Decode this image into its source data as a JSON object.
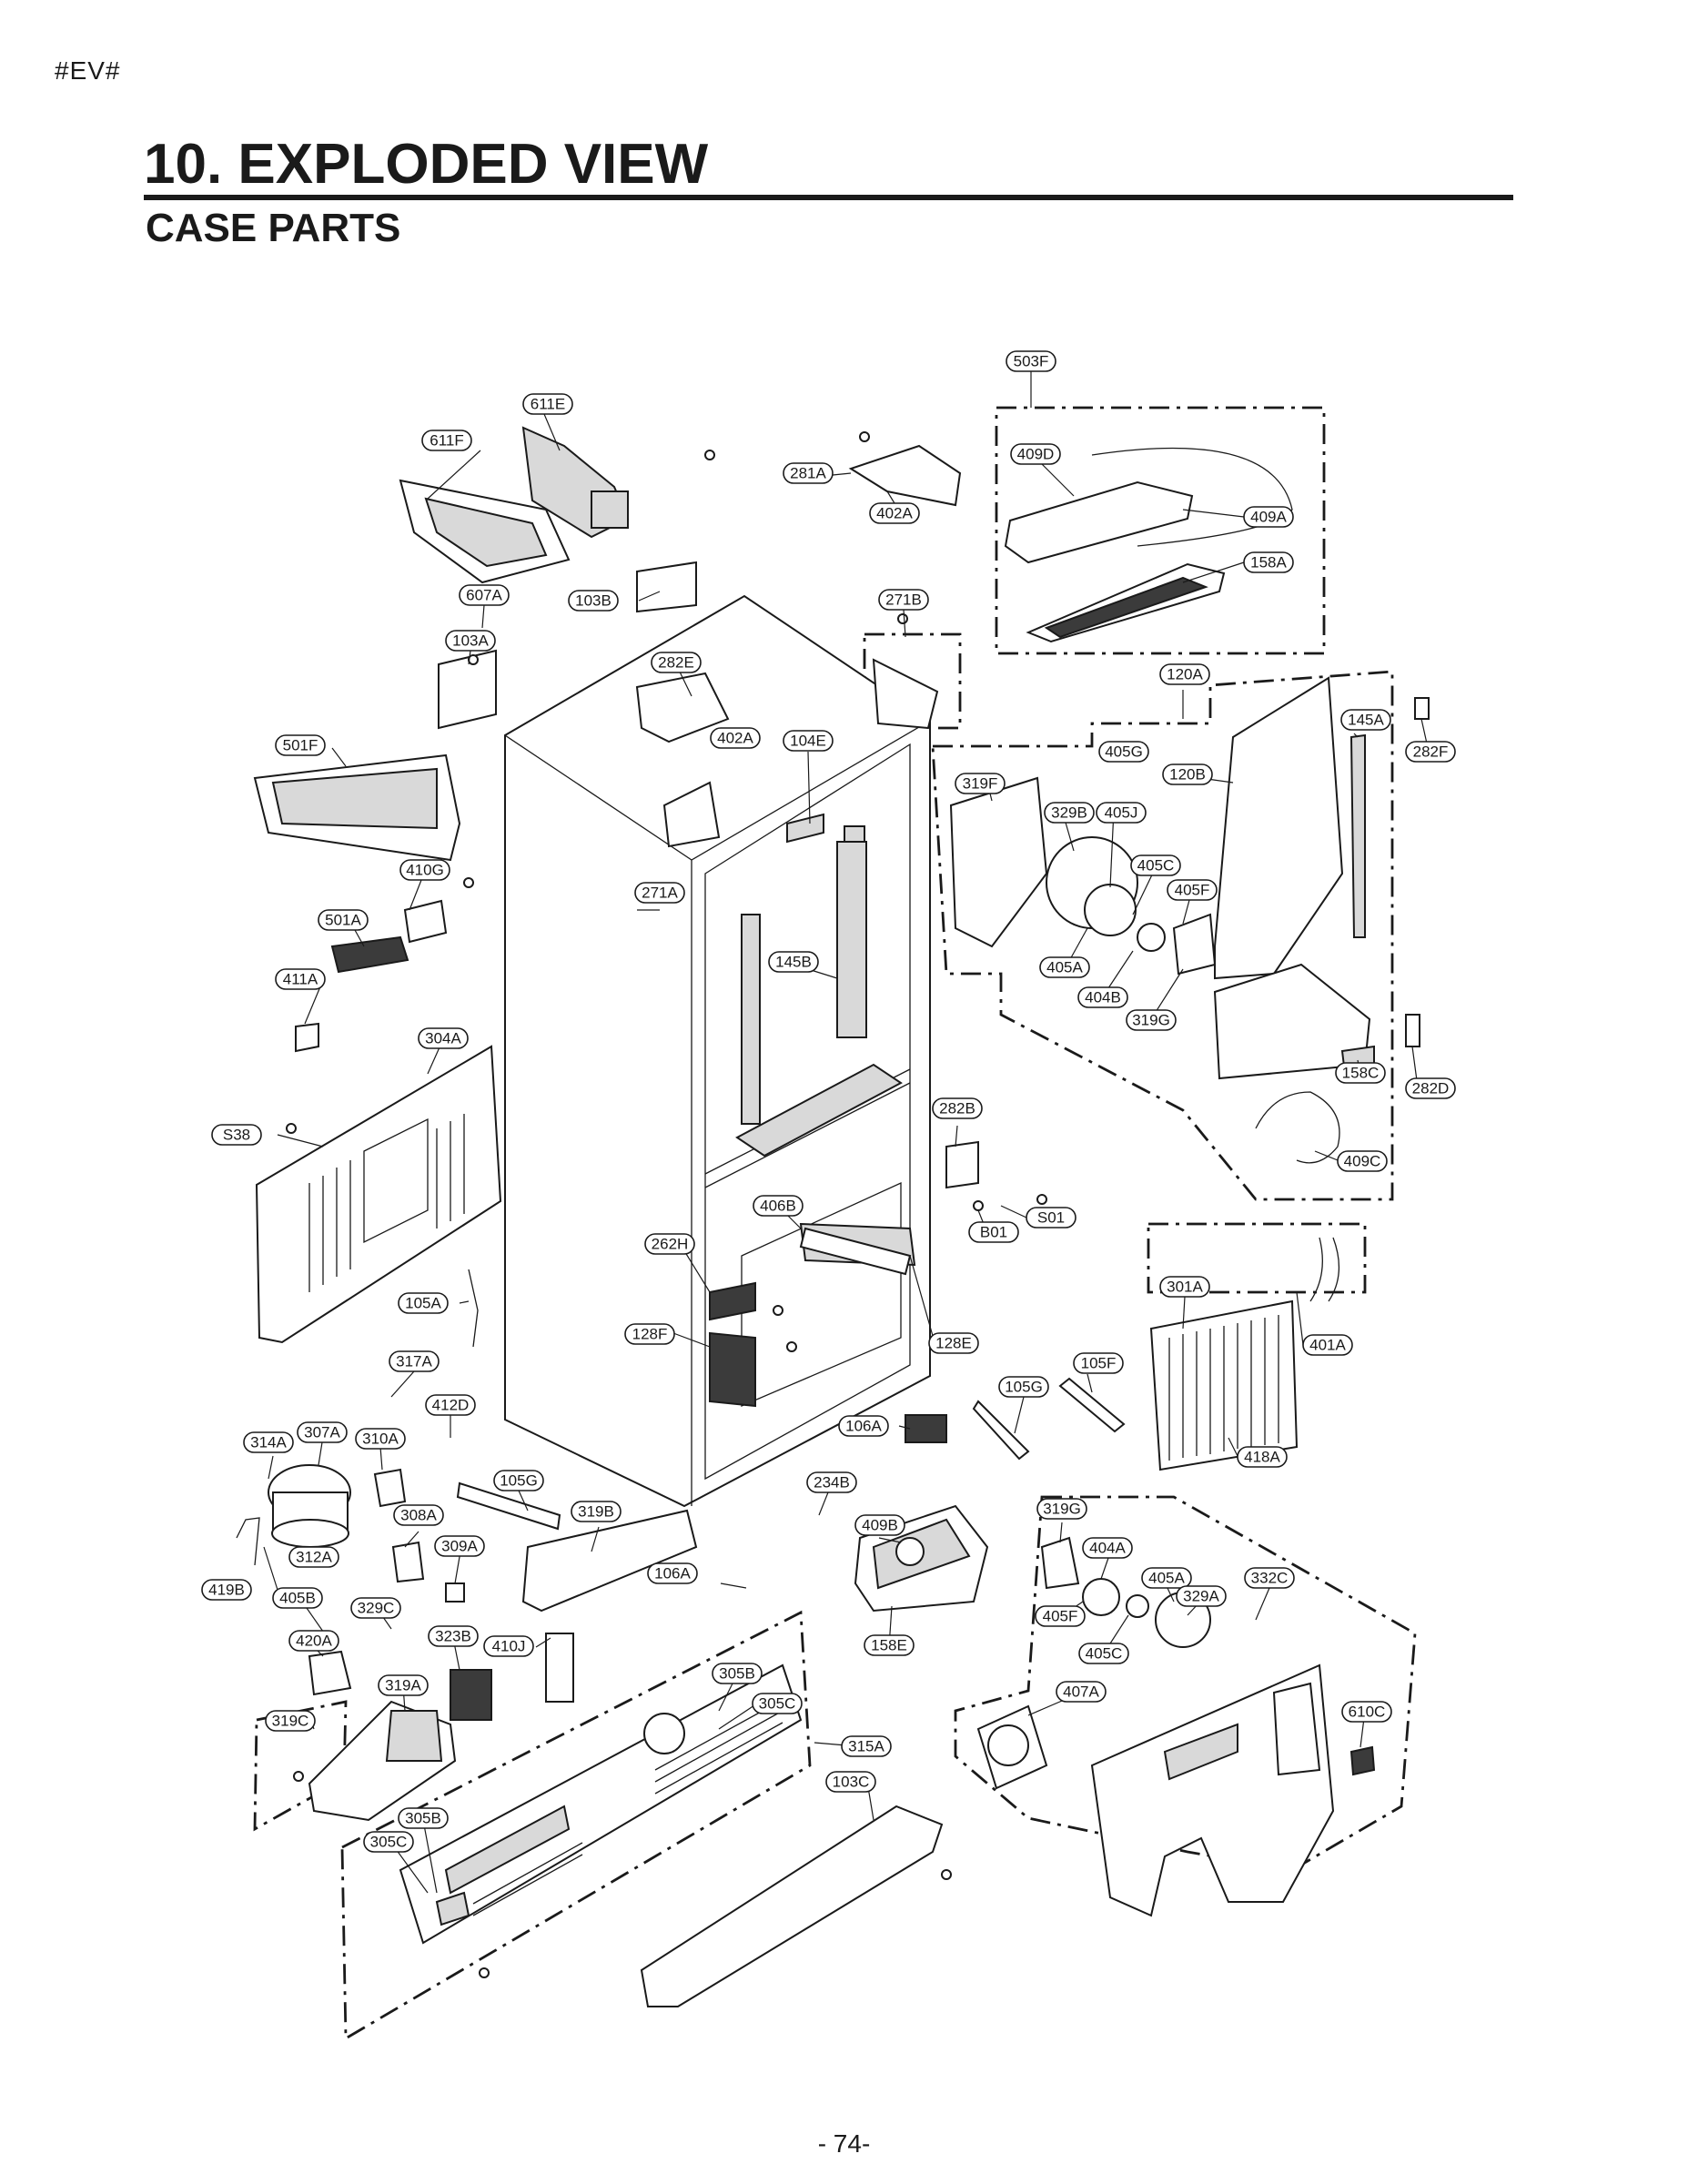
{
  "page_tag": "#EV#",
  "heading": "10. EXPLODED VIEW",
  "subheading": "CASE PARTS",
  "page_number": "- 74-",
  "callouts": [
    "503F",
    "611E",
    "611F",
    "281A",
    "402A",
    "409D",
    "409A",
    "158A",
    "607A",
    "103B",
    "271B",
    "103A",
    "282E",
    "120A",
    "402A",
    "104E",
    "501F",
    "405G",
    "145A",
    "282F",
    "319F",
    "120B",
    "329B",
    "405J",
    "405C",
    "410G",
    "271A",
    "405F",
    "501A",
    "145B",
    "405A",
    "411A",
    "404B",
    "319G",
    "304A",
    "158C",
    "282D",
    "282B",
    "S38",
    "409C",
    "S01",
    "406B",
    "B01",
    "262H",
    "301A",
    "105A",
    "128F",
    "128E",
    "401A",
    "317A",
    "105F",
    "105G",
    "412D",
    "106A",
    "314A",
    "307A",
    "310A",
    "418A",
    "105G",
    "234B",
    "308A",
    "319B",
    "409B",
    "319G",
    "309A",
    "404A",
    "332C",
    "312A",
    "106A",
    "419B",
    "405B",
    "329C",
    "405A",
    "329A",
    "405F",
    "158E",
    "420A",
    "323B",
    "410J",
    "405C",
    "305B",
    "407A",
    "319A",
    "305C",
    "610C",
    "319C",
    "315A",
    "103C",
    "305B",
    "305C"
  ]
}
